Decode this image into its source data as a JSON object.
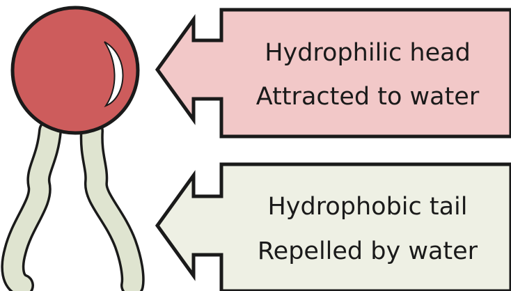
{
  "title": "",
  "head_callout": {
    "line1": "Hydrophilic head",
    "line2": "Attracted to water"
  },
  "tail_callout": {
    "line1": "Hydrophobic tail",
    "line2": "Repelled by water"
  },
  "colors": {
    "head_fill": "#cd5c5c",
    "head_highlight": "#ffffff",
    "tail_fill": "#dfe4d0",
    "head_callout_fill": "#f2c8c8",
    "tail_callout_fill": "#eef0e4",
    "outline": "#1a1a1a"
  }
}
